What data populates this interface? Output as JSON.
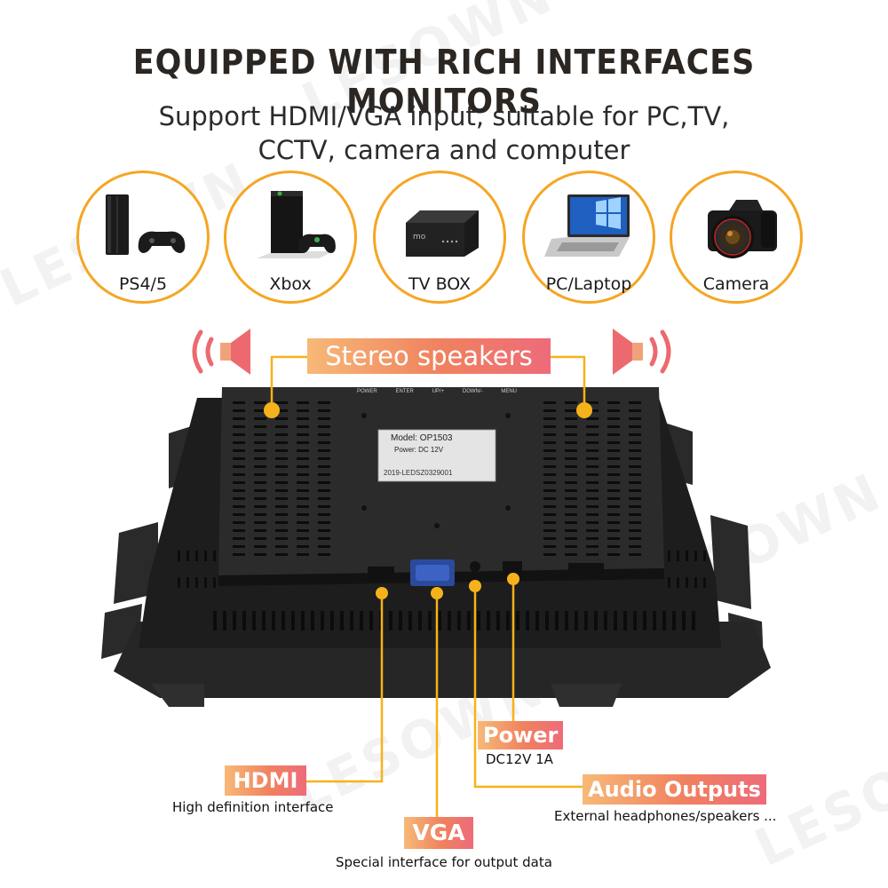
{
  "header": {
    "title": "EQUIPPED WITH RICH INTERFACES MONITORS",
    "subtitle_line1": "Support HDMI/VGA input, suitable for PC,TV,",
    "subtitle_line2": "CCTV, camera and computer"
  },
  "watermark": "LESOWN",
  "devices": [
    {
      "label": "PS4/5",
      "icon": "ps4-console-icon"
    },
    {
      "label": "Xbox",
      "icon": "xbox-console-icon"
    },
    {
      "label": "TV BOX",
      "icon": "tv-box-icon"
    },
    {
      "label": "PC/Laptop",
      "icon": "laptop-icon"
    },
    {
      "label": "Camera",
      "icon": "camera-icon"
    }
  ],
  "speakers": {
    "label": "Stereo speakers"
  },
  "monitor": {
    "model_label": "Model: OP1503",
    "power_label": "Power: DC 12V",
    "serial": "2019-LEDSZ0329001",
    "buttons": [
      "POWER",
      "ENTER",
      "UP/+",
      "DOWN/-",
      "MENU"
    ]
  },
  "ports": {
    "power": {
      "label": "Power",
      "desc": "DC12V 1A"
    },
    "hdmi": {
      "label": "HDMI",
      "desc": "High definition interface"
    },
    "audio": {
      "label": "Audio Outputs",
      "desc": "External headphones/speakers ..."
    },
    "vga": {
      "label": "VGA",
      "desc": "Special interface for output data"
    }
  },
  "colors": {
    "accent_orange": "#f5a623",
    "pill_start": "#f7b977",
    "pill_end": "#ee6b7a",
    "dot_yellow": "#f6b21b",
    "speaker_red": "#ec6a6f"
  }
}
